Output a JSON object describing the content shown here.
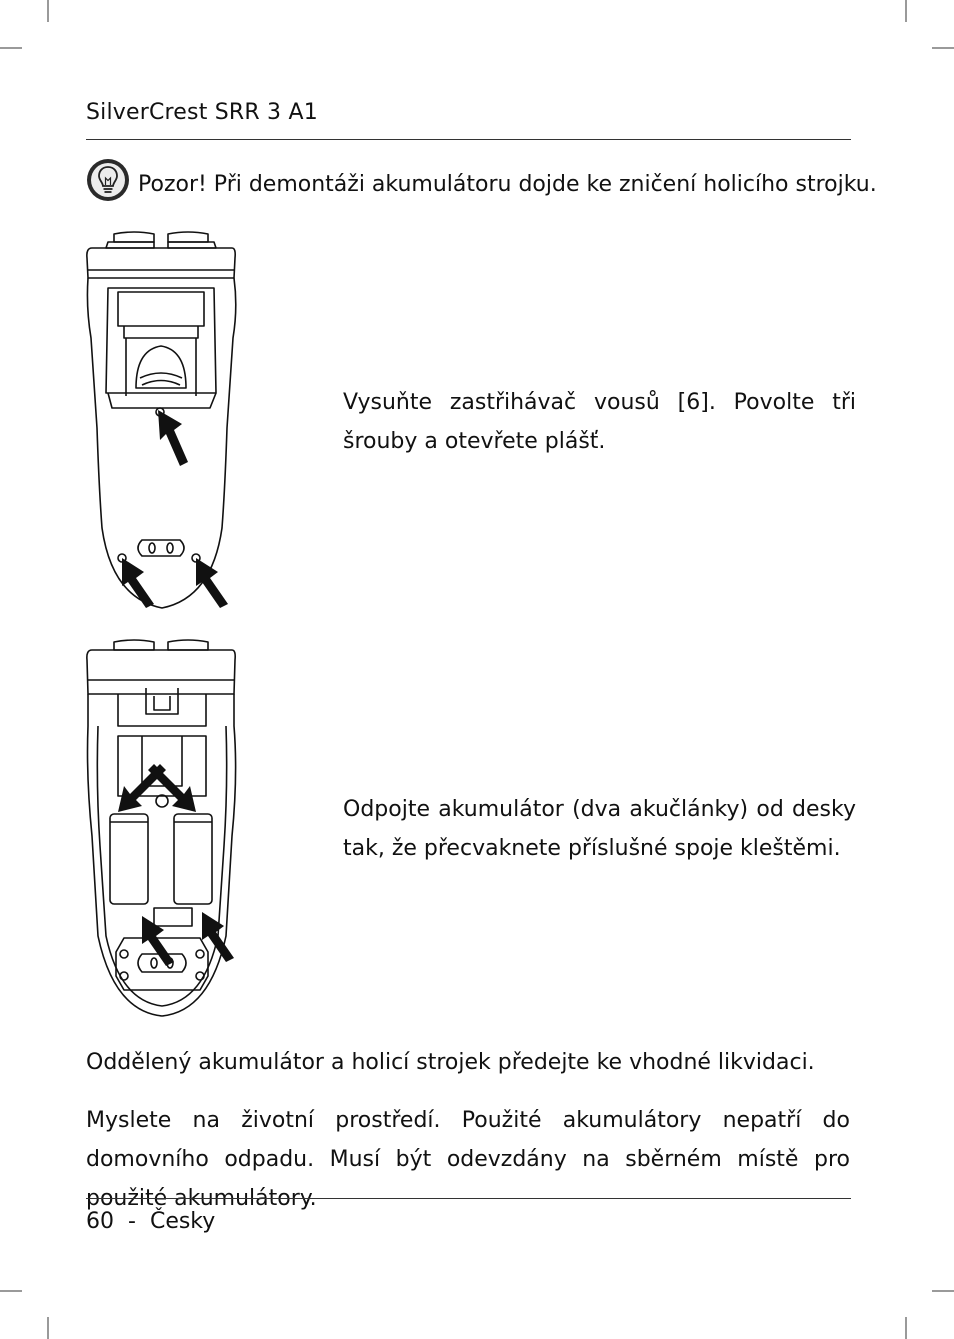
{
  "header": {
    "title": "SilverCrest SRR 3 A1"
  },
  "warning": {
    "icon": "lightbulb-icon",
    "text": "Pozor! Při demontáži akumulátoru dojde ke zničení holicího strojku."
  },
  "steps": [
    {
      "text": "Vysuňte zastřihávač vousů [6]. Povolte tři šrouby a otevřete plášť."
    },
    {
      "text": "Odpojte akumulátor (dva akučlánky) od desky tak, že přecvaknete příslušné spoje kleštěmi."
    }
  ],
  "paragraphs": [
    "Oddělený akumulátor a holicí strojek předejte ke vhodné likvidaci.",
    "Myslete na životní prostředí. Použité akumulátory nepatří do domovního odpadu. Musí být odevzdány na sběrném místě pro použité akumulátory."
  ],
  "footer": {
    "page_number": "60",
    "separator": "-",
    "language": "Česky"
  }
}
